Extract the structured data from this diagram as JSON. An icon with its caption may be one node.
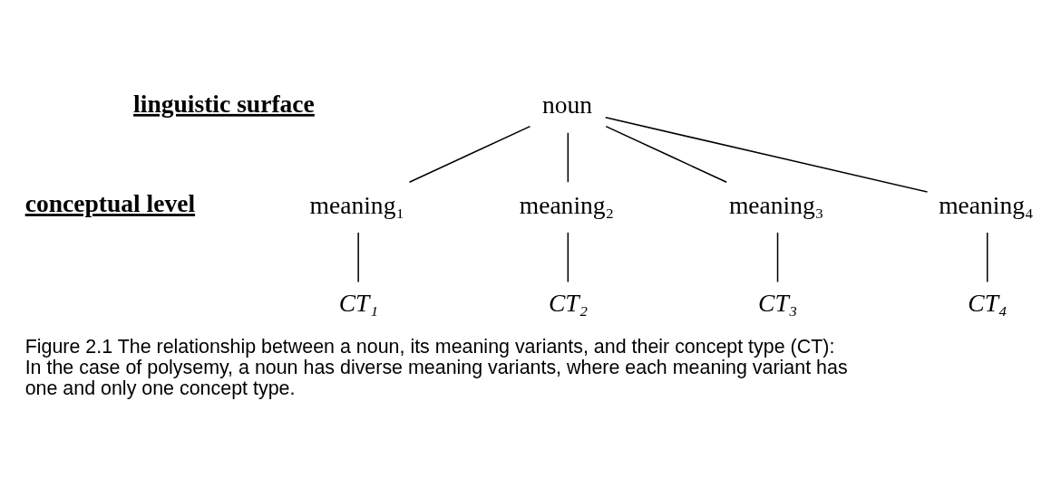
{
  "diagram": {
    "caption": "Figure 2.1 The relationship between a noun, its meaning variants, and their concept type (CT): In the case of polysemy, a noun has diverse meaning variants, where each meaning variant has one and only one concept type.",
    "nodes": [
      {
        "text": [
          "noun"
        ]
      },
      {
        "text": [
          "meaning₁"
        ]
      },
      {
        "text": [
          "meaning₂"
        ]
      },
      {
        "text": [
          "meaning₃"
        ]
      },
      {
        "text": [
          "meaning₄"
        ]
      },
      {
        "text": [
          "CT₁"
        ]
      },
      {
        "text": [
          "CT₂"
        ]
      },
      {
        "text": [
          "CT₃"
        ]
      },
      {
        "text": [
          "CT₄"
        ]
      }
    ],
    "edges": [
      {
        "from": 0,
        "to": 1,
        "arrow": "none"
      },
      {
        "from": 0,
        "to": 2,
        "arrow": "none"
      },
      {
        "from": 0,
        "to": 3,
        "arrow": "none"
      },
      {
        "from": 0,
        "to": 4,
        "arrow": "none"
      },
      {
        "from": 1,
        "to": 5,
        "arrow": "none"
      },
      {
        "from": 2,
        "to": 6,
        "arrow": "none"
      },
      {
        "from": 3,
        "to": 7,
        "arrow": "none"
      },
      {
        "from": 4,
        "to": 8,
        "arrow": "none"
      }
    ],
    "labels": [
      "linguistic surface",
      "conceptual level"
    ]
  }
}
